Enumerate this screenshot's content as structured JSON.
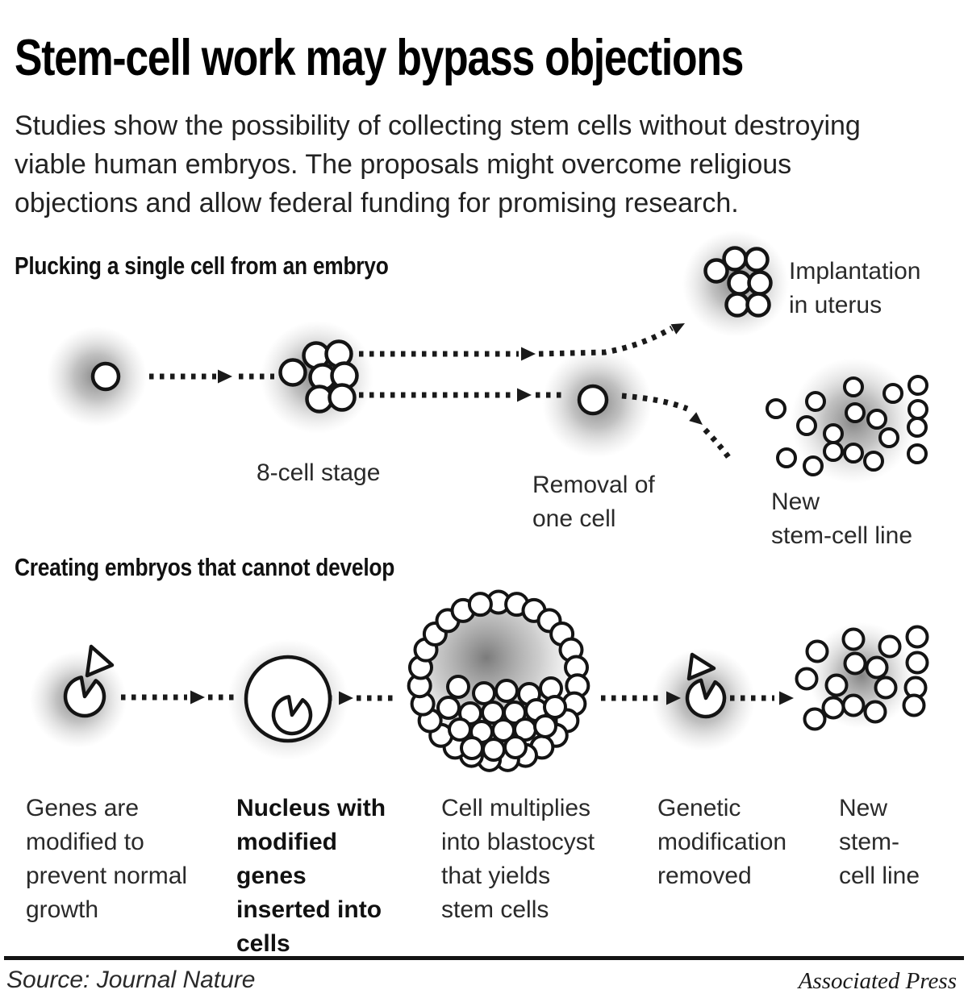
{
  "page": {
    "title": "Stem-cell work may bypass objections",
    "intro": "Studies show the possibility of collecting stem cells without  destroying\nviable human embryos. The proposals might overcome religious\nobjections and allow federal funding for promising research.",
    "footer": {
      "source": "Source: Journal Nature",
      "credit": "Associated Press"
    }
  },
  "section1": {
    "heading": "Plucking a single cell from an embryo",
    "labels": {
      "eight_cell": "8-cell stage",
      "removal": "Removal of\none cell",
      "implantation": "Implantation\nin uterus",
      "new_line": "New\nstem-cell line"
    }
  },
  "section2": {
    "heading": "Creating embryos that cannot develop",
    "labels": {
      "genes_modified": "Genes are\nmodified to\nprevent normal\ngrowth",
      "nucleus": "Nucleus with\nmodified\ngenes\ninserted into\ncells",
      "multiplies": "Cell multiplies\ninto blastocyst\nthat yields\nstem cells",
      "removed": "Genetic\nmodification\nremoved",
      "new_line": "New\nstem-\ncell line"
    }
  },
  "icons": {
    "single_cell": "single-cell-icon",
    "eight_cell_cluster": "eight-cell-cluster-icon",
    "implantation_cluster": "implanted-embryo-icon",
    "stem_cell_cluster": "stem-cell-cluster-icon",
    "notched_cell": "gene-modified-cell-icon",
    "gene_wedge": "removed-gene-wedge-icon",
    "nucleus_insertion": "nucleus-insertion-icon",
    "blastocyst": "blastocyst-icon",
    "dotted_arrow": "dotted-arrow-icon"
  },
  "colors": {
    "background": "#ffffff",
    "ink": "#1a1a1a",
    "halo": "#8f8f8f",
    "blastocyst_shade": "#6f6f6f"
  }
}
